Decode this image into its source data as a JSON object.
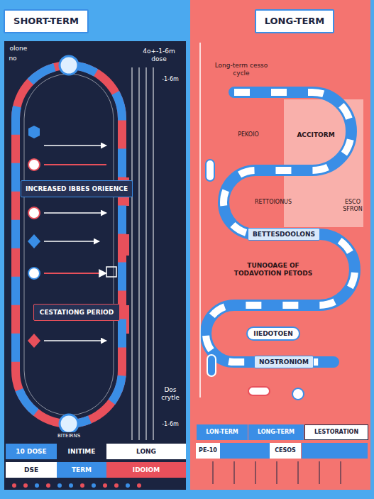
{
  "diagram": {
    "nodes": [
      {
        "text": [
          "SHORT-TERM"
        ]
      },
      {
        "text": [
          "INCREASED IBBES ORIEENCE"
        ]
      },
      {
        "text": [
          "CESTATIONG PERIOD"
        ]
      },
      {
        "text": [
          "LONG-TERM"
        ]
      },
      {
        "text": [
          "BETTESDOOLONS"
        ]
      },
      {
        "text": [
          "IIEDOTOEN"
        ]
      },
      {
        "text": [
          "NOSTRONIOM"
        ]
      }
    ],
    "labels": [
      "olone",
      "no",
      "4o+-1-6m dose",
      "-1-6m",
      "BITEIRNS",
      "Dos crytle",
      "-1-6m",
      "10 DOSE",
      "INITIME",
      "LONG",
      "DSE",
      "TERM",
      "IDOIOM",
      "Long-term cesso cycle",
      "PEKOIO",
      "ACCITORM",
      "RETTOIONUS",
      "TUNOOAGE OF TODAVOTION PETODS",
      "ESCO SFRON",
      "LON-TERM",
      "LONG-TERM",
      "LESTORATION",
      "PE-10",
      "CESOS"
    ]
  }
}
